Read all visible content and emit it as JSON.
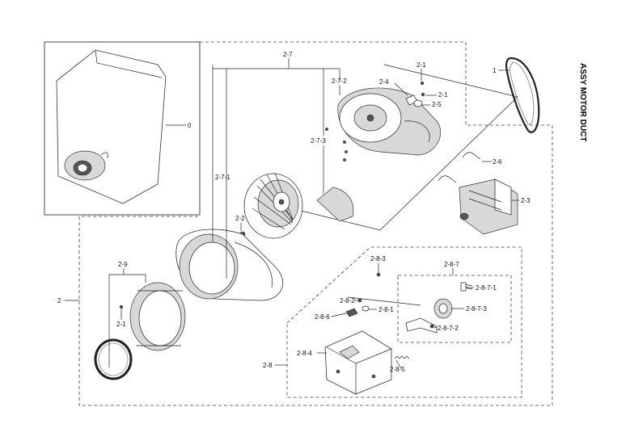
{
  "title": "ASSY MOTOR DUCT",
  "callouts": {
    "c0": "0",
    "c1": "1",
    "c2": "2",
    "c2_1a": "2-1",
    "c2_1b": "2-1",
    "c2_1c": "2-1",
    "c2_2": "2-2",
    "c2_3": "2-3",
    "c2_4": "2-4",
    "c2_5": "2-5",
    "c2_6": "2-6",
    "c2_7": "2-7",
    "c2_7_1": "2-7-1",
    "c2_7_2": "2-7-2",
    "c2_7_3": "2-7-3",
    "c2_8": "2-8",
    "c2_8_1": "2-8-1",
    "c2_8_2": "2-8-2",
    "c2_8_3": "2-8-3",
    "c2_8_4": "2-8-4",
    "c2_8_5": "2-8-5",
    "c2_8_6": "2-8-6",
    "c2_8_7": "2-8-7",
    "c2_8_7_1": "2-8-7-1",
    "c2_8_7_2": "2-8-7-2",
    "c2_8_7_3": "2-8-7-3",
    "c2_9": "2-9"
  }
}
